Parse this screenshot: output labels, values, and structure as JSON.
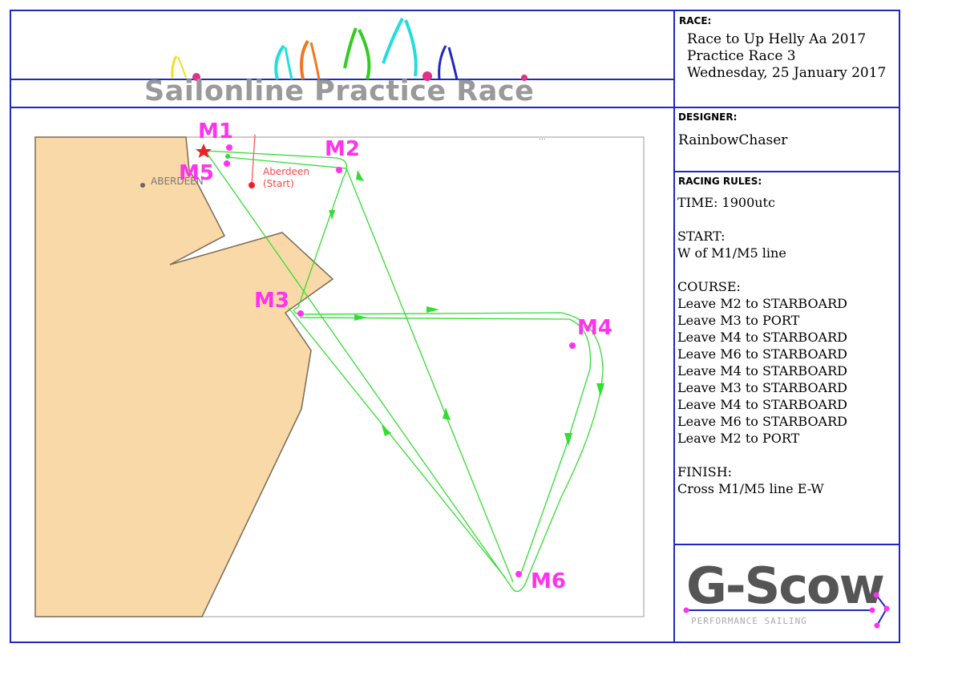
{
  "header": {
    "title": "Sailonline Practice Race"
  },
  "race": {
    "label": "RACE:",
    "name": "Race to Up Helly Aa 2017",
    "race_no": "Practice Race 3",
    "date": "Wednesday, 25 January 2017"
  },
  "designer": {
    "label": "DESIGNER:",
    "name": "RainbowChaser"
  },
  "rules": {
    "label": "RACING RULES:",
    "time": "TIME: 1900utc",
    "start_heading": "START:",
    "start_text": "W of M1/M5 line",
    "course_heading": "COURSE:",
    "course": [
      "Leave M2 to STARBOARD",
      "Leave M3 to PORT",
      "Leave M4 to STARBOARD",
      "Leave M6 to STARBOARD",
      "Leave M4 to STARBOARD",
      "Leave M3 to STARBOARD",
      "Leave M4 to STARBOARD",
      "Leave M6 to STARBOARD",
      "Leave M2 to PORT"
    ],
    "finish_heading": "FINISH:",
    "finish_text": "Cross M1/M5 line E-W"
  },
  "logo": {
    "name": "G-Scow",
    "tagline": "PERFORMANCE SAILING"
  },
  "map": {
    "place_label": "ABERDEEN",
    "start_label_line1": "Aberdeen",
    "start_label_line2": "(Start)",
    "marks": [
      "M1",
      "M2",
      "M3",
      "M4",
      "M5",
      "M6"
    ],
    "colors": {
      "land": "#fad9a8",
      "route": "#33dd33",
      "mark": "#ff33ee",
      "frame": "#1f29c2",
      "start": "#ff3333"
    }
  }
}
